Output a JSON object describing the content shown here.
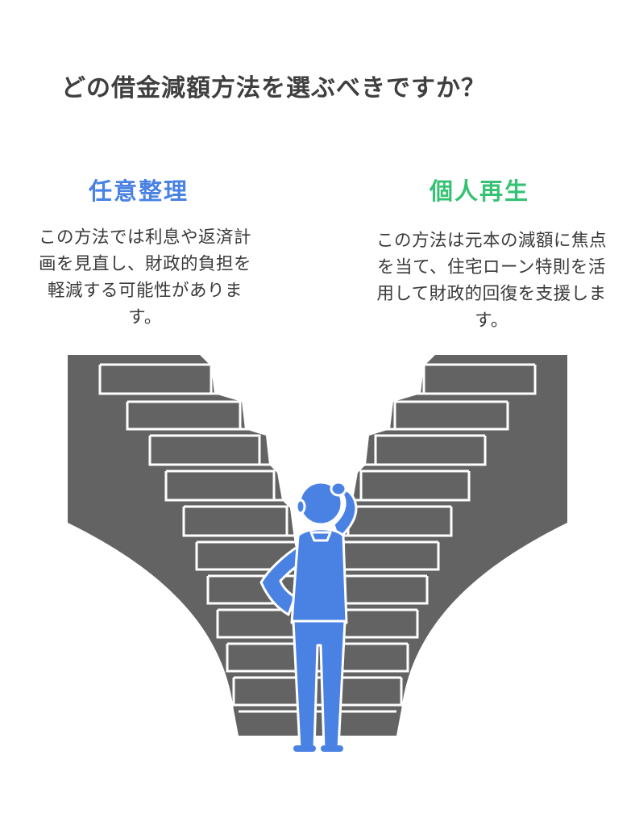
{
  "title": "どの借金減額方法を選ぶべきですか？",
  "options": [
    {
      "heading": "任意整理",
      "description": "この方法では利息や返済計画を見直し、財政的負担を軽減する可能性があります。",
      "color": "#4a82e4"
    },
    {
      "heading": "個人再生",
      "description": "この方法は元本の減額に焦点を当て、住宅ローン特則を活用して財政的回復を支援します。",
      "color": "#35c274"
    }
  ],
  "colors": {
    "stairs": "#636363",
    "person": "#4a82e4"
  },
  "icons": {
    "left_stairs": "staircase-icon",
    "right_stairs": "staircase-icon",
    "person": "confused-person-icon"
  }
}
